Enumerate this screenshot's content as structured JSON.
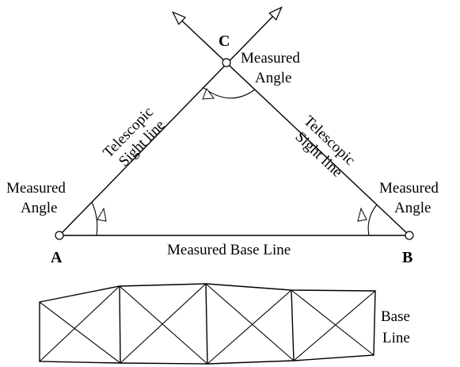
{
  "points": {
    "a": "A",
    "b": "B",
    "c": "C"
  },
  "labels": {
    "measured_angle_c_line1": "Measured",
    "measured_angle_c_line2": "Angle",
    "measured_angle_a_line1": "Measured",
    "measured_angle_a_line2": "Angle",
    "measured_angle_b_line1": "Measured",
    "measured_angle_b_line2": "Angle",
    "sight_left_line1": "Telescopic",
    "sight_left_line2": "Sight line",
    "sight_right_line1": "Telescopic",
    "sight_right_line2": "Sight line",
    "base_line": "Measured Base Line",
    "network_line1": "Base",
    "network_line2": "Line"
  }
}
